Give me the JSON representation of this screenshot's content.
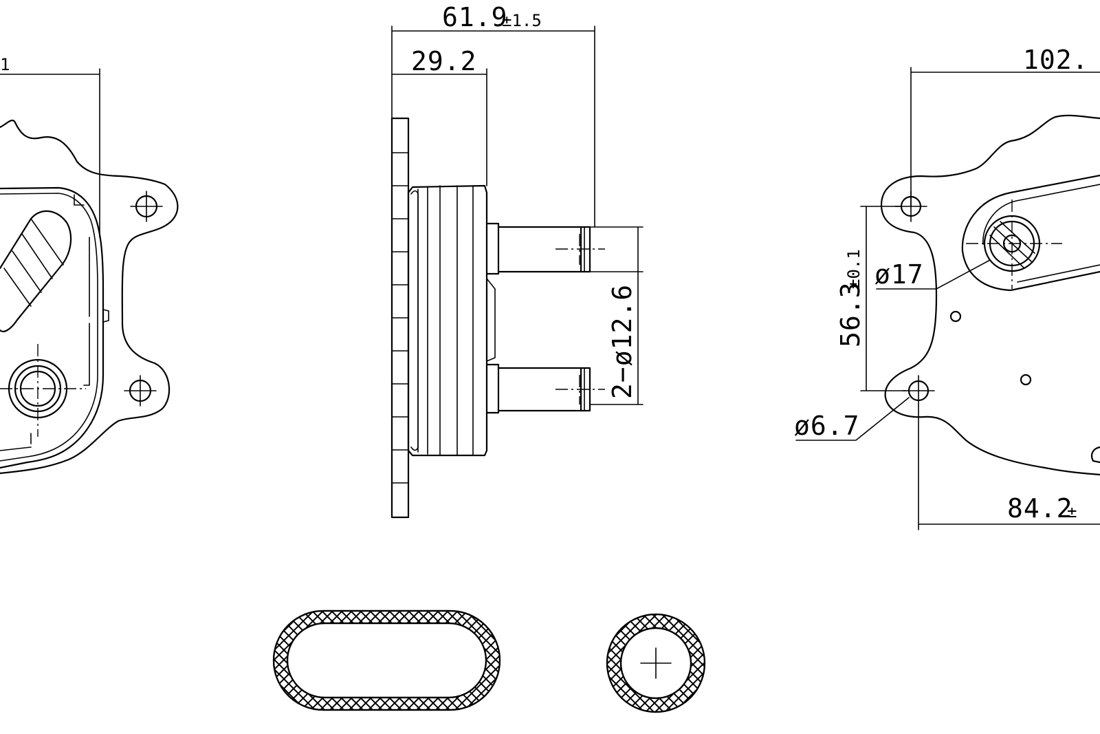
{
  "dimensions": {
    "left_top_width_partial": "1",
    "side_overall_depth": "61.9",
    "side_overall_depth_tol": "±1.5",
    "side_body_depth": "29.2",
    "side_pipe_diameter": "2−ø12.6",
    "right_top_width_partial": "102.",
    "right_hole_spacing": "56.3",
    "right_hole_spacing_tol": "±0.1",
    "right_port_diameter": "ø17",
    "right_mount_hole_diameter": "ø6.7",
    "right_bottom_width_partial": "84.2",
    "right_bottom_width_tol": "±"
  },
  "views": [
    "front-view-left",
    "side-view",
    "rear-view-right",
    "oval-gasket",
    "round-gasket"
  ],
  "colors": {
    "line": "#000000",
    "background": "#ffffff"
  }
}
